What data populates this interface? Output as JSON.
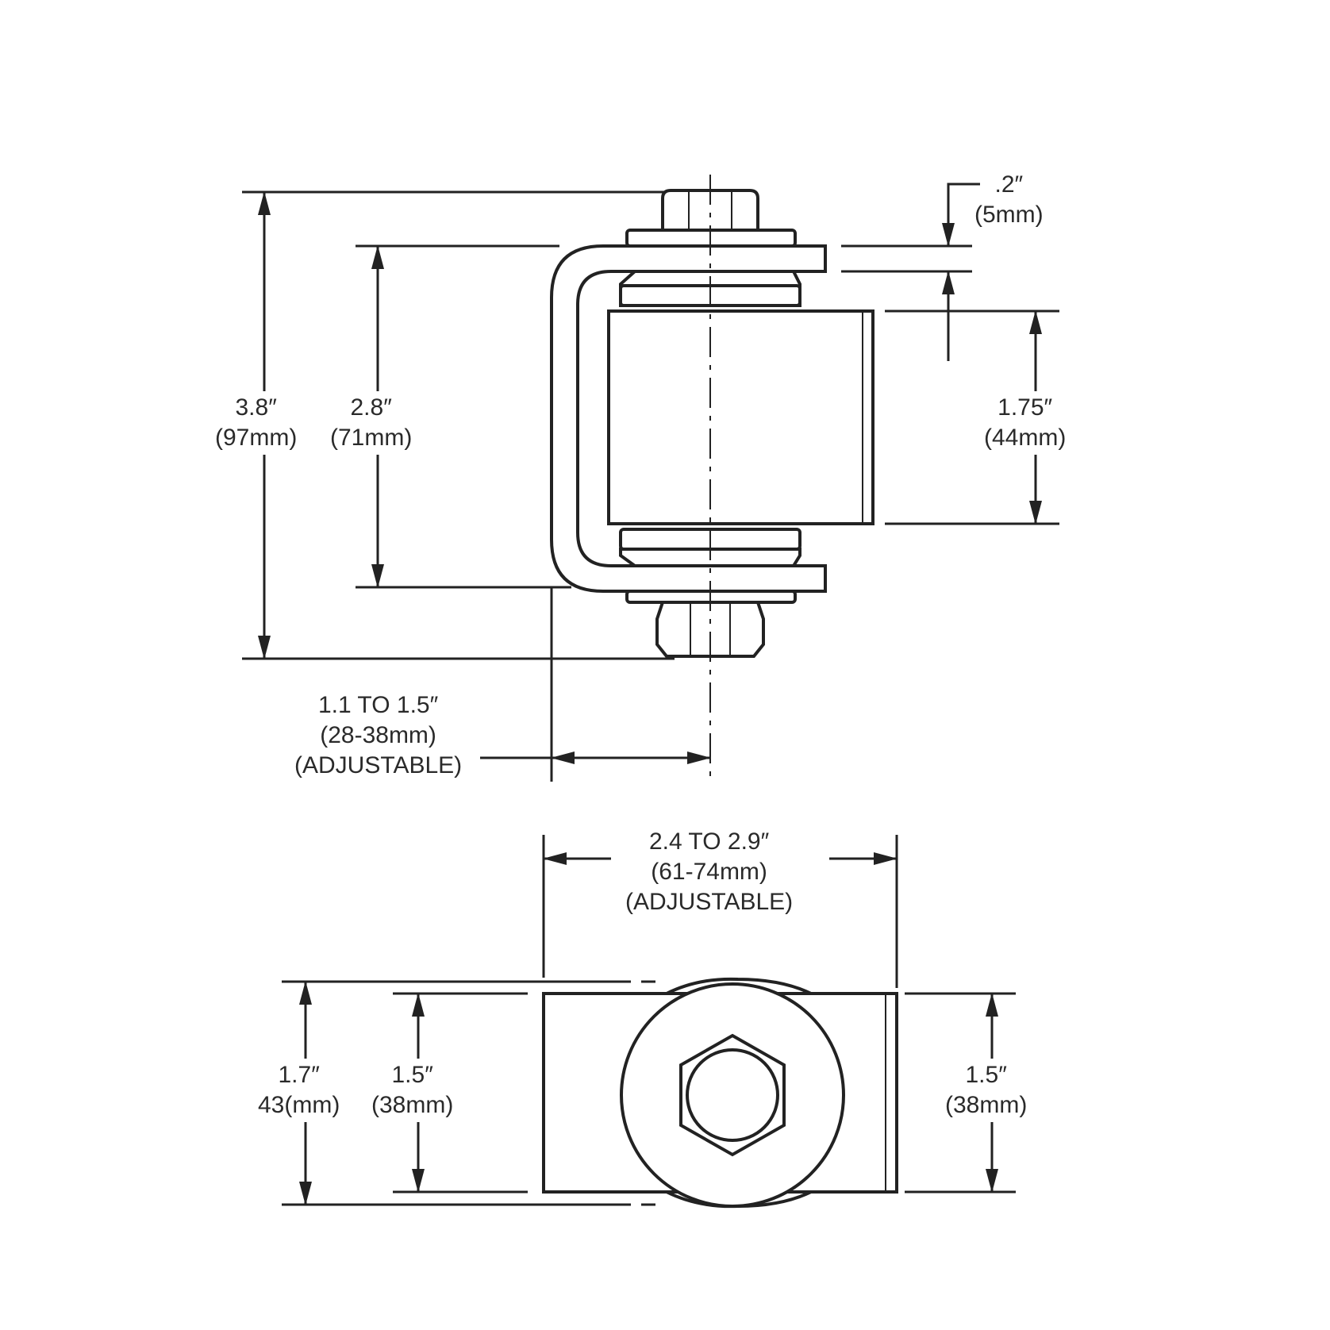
{
  "diagram": {
    "side_view": {
      "overall_height": {
        "inch": "3.8″",
        "mm": "(97mm)"
      },
      "bracket_height": {
        "inch": "2.8″",
        "mm": "(71mm)"
      },
      "washer_thickness": {
        "inch": ".2″",
        "mm": "(5mm)"
      },
      "barrel_height": {
        "inch": "1.75″",
        "mm": "(44mm)"
      },
      "offset": {
        "inch": "1.1 TO 1.5″",
        "mm": "(28-38mm)",
        "note": "(ADJUSTABLE)"
      }
    },
    "top_view": {
      "length": {
        "inch": "2.4 TO 2.9″",
        "mm": "(61-74mm)",
        "note": "(ADJUSTABLE)"
      },
      "overall_width": {
        "inch": "1.7″",
        "mm": "43(mm)"
      },
      "plate_width": {
        "inch": "1.5″",
        "mm": "(38mm)"
      },
      "barrel_width": {
        "inch": "1.5″",
        "mm": "(38mm)"
      }
    }
  }
}
